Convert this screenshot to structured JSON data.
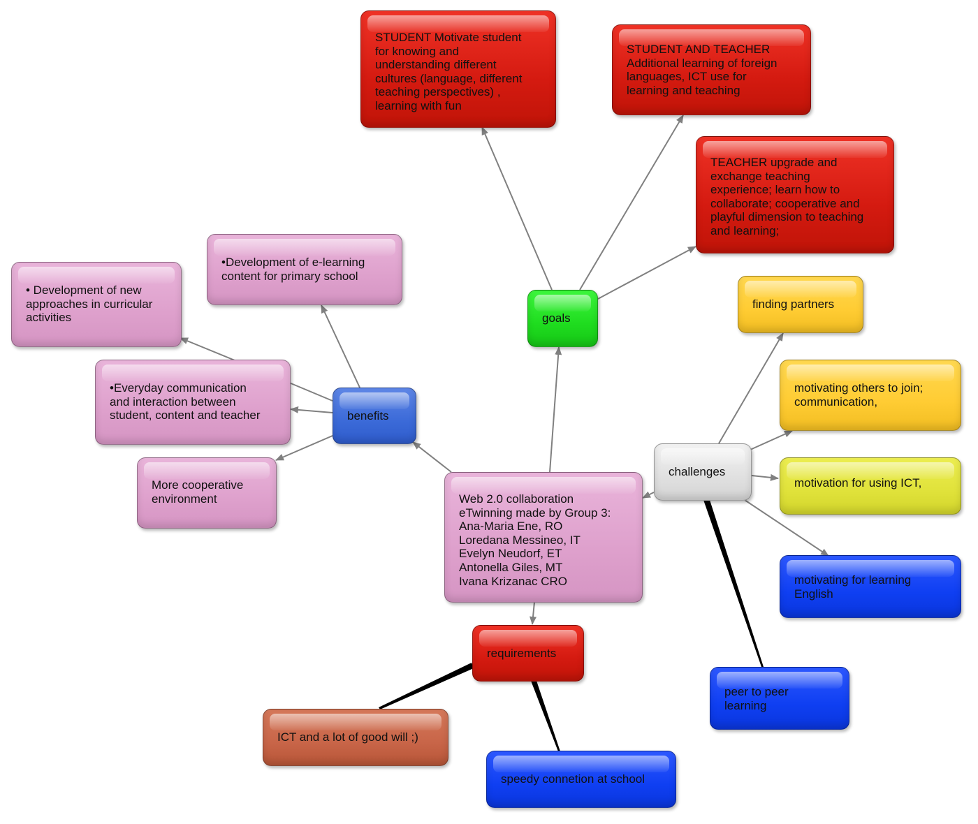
{
  "nodes": {
    "central": "Web 2.0 collaboration\neTwinning made by Group 3:\nAna-Maria Ene, RO\nLoredana Messineo, IT\nEvelyn Neudorf, ET\nAntonella Giles, MT\nIvana Krizanac CRO",
    "goals": "goals",
    "benefits": "benefits",
    "challenges": "challenges",
    "requirements": "requirements",
    "goal_student": "STUDENT Motivate student\nfor knowing and\nunderstanding different\ncultures (language, different\nteaching perspectives) ,\nlearning with fun",
    "goal_student_teacher": "STUDENT AND TEACHER\nAdditional learning of foreign\nlanguages, ICT use for\nlearning and teaching",
    "goal_teacher": "TEACHER upgrade and\nexchange teaching\nexperience; learn how to\ncollaborate; cooperative and\nplayful dimension to teaching\nand learning;",
    "benefit_elearning": "•Development of e-learning\ncontent for primary school",
    "benefit_approaches": "• Development of new\napproaches in curricular\nactivities",
    "benefit_communication": "•Everyday communication\nand interaction between\nstudent, content and teacher",
    "benefit_cooperative": "More cooperative\nenvironment",
    "challenge_partners": "finding partners",
    "challenge_motivating_others": "motivating others to join;\ncommunication,",
    "challenge_ict": "motivation for using ICT,",
    "challenge_english": "motivating for learning\nEnglish",
    "challenge_peer": "peer to peer\nlearning",
    "requirement_ict": "ICT and a lot of good will ;)",
    "requirement_connection": "speedy connetion at school"
  },
  "colors": {
    "red": "#d41a10",
    "pink": "#dea0cc",
    "green": "#1fdc1f",
    "blue": "#3b6ad8",
    "gray": "#e0e0e0",
    "orange": "#ffcc33",
    "yellow": "#e0e23a",
    "dark_blue": "#0f3ff2",
    "brown": "#c86548",
    "arrow": "#808080",
    "thick_line": "#000000"
  }
}
